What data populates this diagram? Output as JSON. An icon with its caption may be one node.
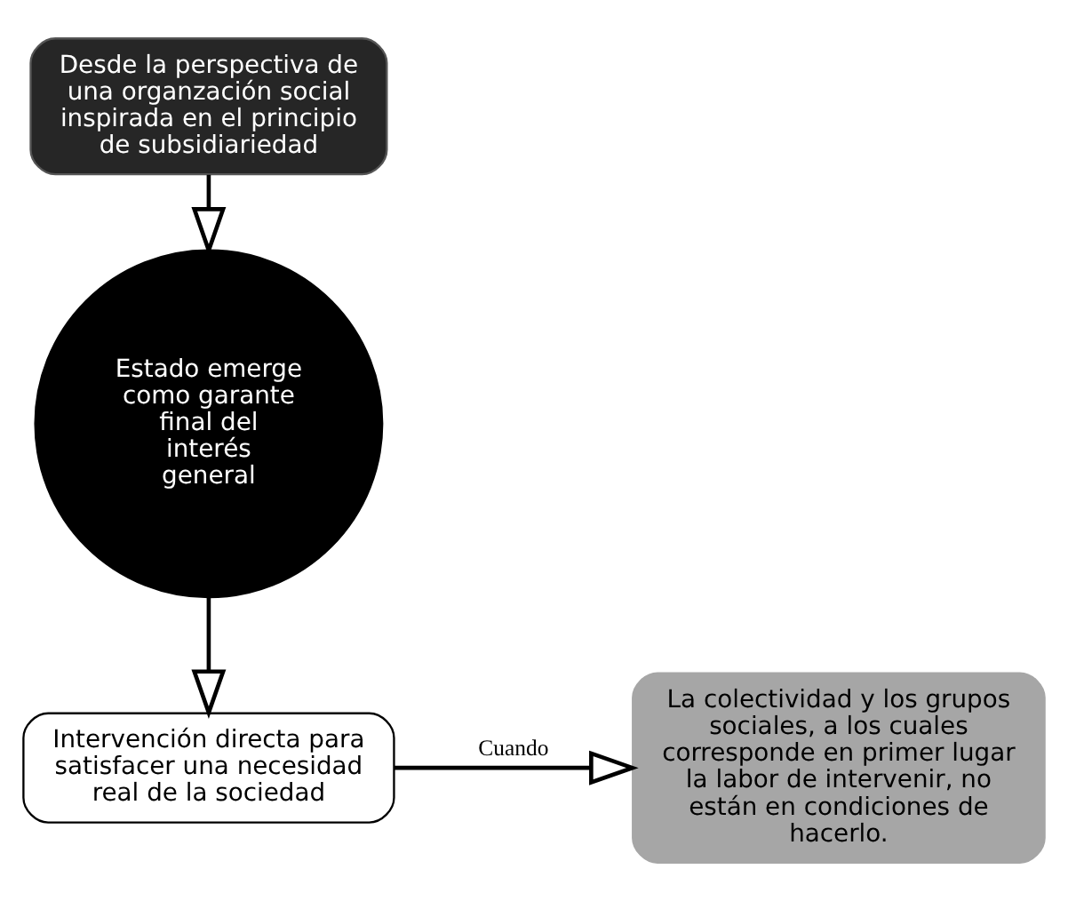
{
  "diagram": {
    "nodes": [
      {
        "text": [
          "Desde la perspectiva de una organzación social inspirada en el principio de subsidiariedad"
        ]
      },
      {
        "text": [
          "Estado emerge como garante final del interés general"
        ]
      },
      {
        "text": [
          "Intervención directa para satisfacer una necesidad real de la sociedad"
        ]
      },
      {
        "text": [
          "La colectividad y los grupos sociales, a los cuales corresponde en primer lugar la labor de intervenir, no están en condiciones de hacerlo."
        ]
      }
    ],
    "edges": [
      {
        "from": 0,
        "to": 1,
        "arrow": "to"
      },
      {
        "from": 1,
        "to": 2,
        "arrow": "to"
      },
      {
        "from": 2,
        "to": 3,
        "arrow": "to",
        "label": "Cuando"
      }
    ]
  }
}
